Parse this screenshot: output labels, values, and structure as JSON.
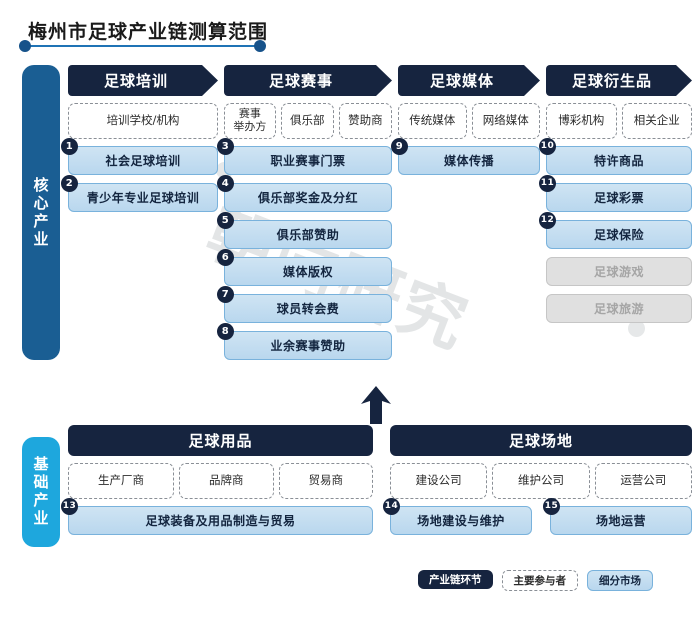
{
  "page": {
    "title": "梅州市足球产业链测算范围"
  },
  "sidebars": {
    "core": "核心产业",
    "base": "基础产业"
  },
  "core_columns": [
    {
      "header": "足球培训",
      "participants": [
        "培训学校/机构"
      ],
      "items": [
        {
          "num": "1",
          "label": "社会足球培训",
          "disabled": false
        },
        {
          "num": "2",
          "label": "青少年专业足球培训",
          "disabled": false
        }
      ]
    },
    {
      "header": "足球赛事",
      "participants": [
        "赛事举办方",
        "俱乐部",
        "赞助商"
      ],
      "items": [
        {
          "num": "3",
          "label": "职业赛事门票",
          "disabled": false
        },
        {
          "num": "4",
          "label": "俱乐部奖金及分红",
          "disabled": false
        },
        {
          "num": "5",
          "label": "俱乐部赞助",
          "disabled": false
        },
        {
          "num": "6",
          "label": "媒体版权",
          "disabled": false
        },
        {
          "num": "7",
          "label": "球员转会费",
          "disabled": false
        },
        {
          "num": "8",
          "label": "业余赛事赞助",
          "disabled": false
        }
      ]
    },
    {
      "header": "足球媒体",
      "participants": [
        "传统媒体",
        "网络媒体"
      ],
      "items": [
        {
          "num": "9",
          "label": "媒体传播",
          "disabled": false
        }
      ]
    },
    {
      "header": "足球衍生品",
      "participants": [
        "博彩机构",
        "相关企业"
      ],
      "items": [
        {
          "num": "10",
          "label": "特许商品",
          "disabled": false
        },
        {
          "num": "11",
          "label": "足球彩票",
          "disabled": false
        },
        {
          "num": "12",
          "label": "足球保险",
          "disabled": false
        },
        {
          "num": "",
          "label": "足球游戏",
          "disabled": true
        },
        {
          "num": "",
          "label": "足球旅游",
          "disabled": true
        }
      ]
    }
  ],
  "base_columns": [
    {
      "header": "足球用品",
      "participants": [
        "生产厂商",
        "品牌商",
        "贸易商"
      ],
      "items": [
        {
          "num": "13",
          "label": "足球装备及用品制造与贸易",
          "disabled": false
        }
      ]
    },
    {
      "header": "足球场地",
      "participants": [
        "建设公司",
        "维护公司",
        "运营公司"
      ],
      "items": [
        {
          "num": "14",
          "label": "场地建设与维护",
          "disabled": false
        },
        {
          "num": "15",
          "label": "场地运营",
          "disabled": false
        }
      ]
    }
  ],
  "legend": [
    {
      "label": "产业链环节",
      "style": "chain"
    },
    {
      "label": "主要参与者",
      "style": "actor"
    },
    {
      "label": "细分市场",
      "style": "market"
    }
  ],
  "watermark": {
    "text": "朝向研究"
  },
  "colors": {
    "navy": "#16243f",
    "core_blue": "#1a5e93",
    "base_blue": "#1ea7dd",
    "market_blue": "#b9d7ee",
    "market_border": "#79b2dc",
    "disabled_gray": "#e0e0e0",
    "title_rule": "#1f73b5"
  }
}
